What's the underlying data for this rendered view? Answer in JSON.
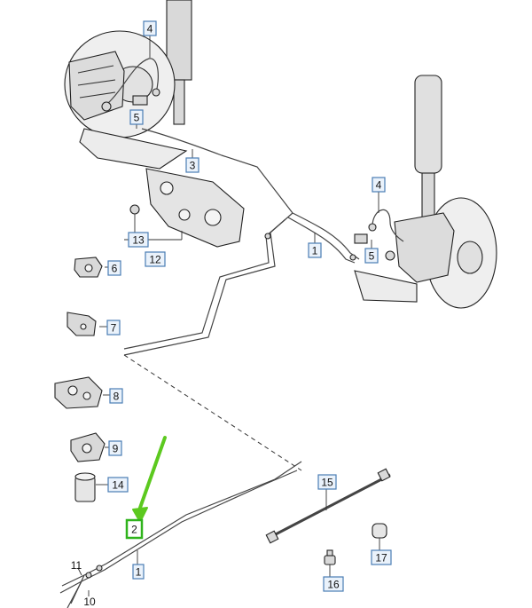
{
  "labels": {
    "l1_top": "1",
    "l1_bottom": "1",
    "l2": "2",
    "l3": "3",
    "l4_left": "4",
    "l4_right": "4",
    "l5_left": "5",
    "l5_right": "5",
    "l6": "6",
    "l7": "7",
    "l8": "8",
    "l9": "9",
    "l10": "10",
    "l11": "11",
    "l12": "12",
    "l13": "13",
    "l14": "14",
    "l15": "15",
    "l16": "16",
    "l17": "17"
  },
  "colors": {
    "label_box_fill": "#eaf2fb",
    "label_box_stroke": "#4a7db5",
    "highlight_arrow": "#5cc91f",
    "highlight_box": "#2fb31c"
  },
  "highlighted_part": "2"
}
